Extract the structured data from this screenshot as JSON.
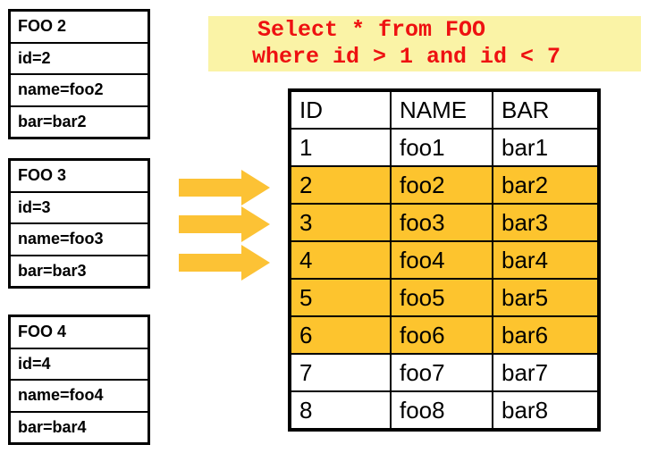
{
  "colors": {
    "highlight": "#FDC42E",
    "arrow": "#FCC235",
    "query_bg": "#FAF3A6",
    "query_text": "#EE1111",
    "border": "#000000"
  },
  "query": {
    "line1": "Select * from FOO",
    "line2": "where id > 1 and id < 7"
  },
  "record_boxes": [
    {
      "title": "FOO 2",
      "fields": [
        "id=2",
        "name=foo2",
        "bar=bar2"
      ]
    },
    {
      "title": "FOO 3",
      "fields": [
        "id=3",
        "name=foo3",
        "bar=bar3"
      ]
    },
    {
      "title": "FOO 4",
      "fields": [
        "id=4",
        "name=foo4",
        "bar=bar4"
      ]
    }
  ],
  "arrows": {
    "count": 3,
    "direction": "right"
  },
  "table": {
    "headers": [
      "ID",
      "NAME",
      "BAR"
    ],
    "rows": [
      {
        "id": "1",
        "name": "foo1",
        "bar": "bar1",
        "highlighted": false
      },
      {
        "id": "2",
        "name": "foo2",
        "bar": "bar2",
        "highlighted": true
      },
      {
        "id": "3",
        "name": "foo3",
        "bar": "bar3",
        "highlighted": true
      },
      {
        "id": "4",
        "name": "foo4",
        "bar": "bar4",
        "highlighted": true
      },
      {
        "id": "5",
        "name": "foo5",
        "bar": "bar5",
        "highlighted": true
      },
      {
        "id": "6",
        "name": "foo6",
        "bar": "bar6",
        "highlighted": true
      },
      {
        "id": "7",
        "name": "foo7",
        "bar": "bar7",
        "highlighted": false
      },
      {
        "id": "8",
        "name": "foo8",
        "bar": "bar8",
        "highlighted": false
      }
    ]
  }
}
